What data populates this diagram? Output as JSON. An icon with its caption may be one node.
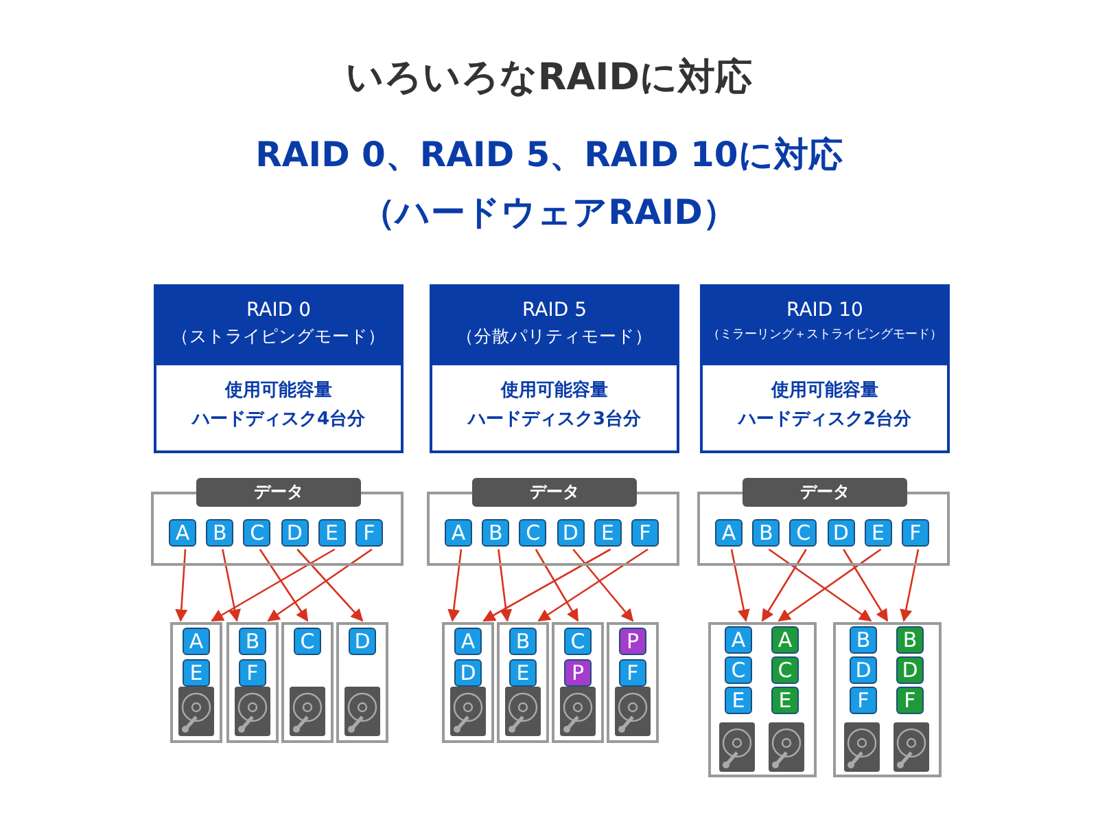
{
  "diagram": {
    "title": "いろいろなRAIDに対応",
    "labels": [
      "RAID 0、RAID 5、RAID 10に対応",
      "（ハードウェアRAID）"
    ],
    "nodes": [
      {
        "text": [
          "RAID 0",
          "（ストライピングモード）",
          "使用可能容量",
          "ハードディスク4台分"
        ]
      },
      {
        "text": [
          "データ"
        ]
      },
      {
        "text": [
          "A"
        ],
        "in": 1
      },
      {
        "text": [
          "B"
        ],
        "in": 1
      },
      {
        "text": [
          "C"
        ],
        "in": 1
      },
      {
        "text": [
          "D"
        ],
        "in": 1
      },
      {
        "text": [
          "E"
        ],
        "in": 1
      },
      {
        "text": [
          "F"
        ],
        "in": 1
      },
      {
        "text": [],
        "shape": "box"
      },
      {
        "text": [
          "A"
        ],
        "in": 8
      },
      {
        "text": [
          "E"
        ],
        "in": 8
      },
      {
        "text": [],
        "shape": "box"
      },
      {
        "text": [
          "B"
        ],
        "in": 11
      },
      {
        "text": [
          "F"
        ],
        "in": 11
      },
      {
        "text": [],
        "shape": "box"
      },
      {
        "text": [
          "C"
        ],
        "in": 14
      },
      {
        "text": [],
        "shape": "box"
      },
      {
        "text": [
          "D"
        ],
        "in": 16
      },
      {
        "text": [
          "RAID 5",
          "（分散パリティモード）",
          "使用可能容量",
          "ハードディスク3台分"
        ]
      },
      {
        "text": [
          "データ"
        ]
      },
      {
        "text": [
          "A"
        ],
        "in": 19
      },
      {
        "text": [
          "B"
        ],
        "in": 19
      },
      {
        "text": [
          "C"
        ],
        "in": 19
      },
      {
        "text": [
          "D"
        ],
        "in": 19
      },
      {
        "text": [
          "E"
        ],
        "in": 19
      },
      {
        "text": [
          "F"
        ],
        "in": 19
      },
      {
        "text": [],
        "shape": "box"
      },
      {
        "text": [
          "A"
        ],
        "in": 26
      },
      {
        "text": [
          "D"
        ],
        "in": 26
      },
      {
        "text": [],
        "shape": "box"
      },
      {
        "text": [
          "B"
        ],
        "in": 29
      },
      {
        "text": [
          "E"
        ],
        "in": 29
      },
      {
        "text": [],
        "shape": "box"
      },
      {
        "text": [
          "C"
        ],
        "in": 32
      },
      {
        "text": [
          "P"
        ],
        "in": 32
      },
      {
        "text": [],
        "shape": "box"
      },
      {
        "text": [
          "P"
        ],
        "in": 35
      },
      {
        "text": [
          "F"
        ],
        "in": 35
      },
      {
        "text": [
          "RAID 10",
          "（ミラーリング＋ストライピングモード）",
          "使用可能容量",
          "ハードディスク2台分"
        ]
      },
      {
        "text": [
          "データ"
        ]
      },
      {
        "text": [
          "A"
        ],
        "in": 39
      },
      {
        "text": [
          "B"
        ],
        "in": 39
      },
      {
        "text": [
          "C"
        ],
        "in": 39
      },
      {
        "text": [
          "D"
        ],
        "in": 39
      },
      {
        "text": [
          "E"
        ],
        "in": 39
      },
      {
        "text": [
          "F"
        ],
        "in": 39
      },
      {
        "text": [],
        "shape": "box"
      },
      {
        "text": [
          "A"
        ],
        "in": 46
      },
      {
        "text": [
          "A"
        ],
        "in": 46
      },
      {
        "text": [
          "C"
        ],
        "in": 46
      },
      {
        "text": [
          "C"
        ],
        "in": 46
      },
      {
        "text": [
          "E"
        ],
        "in": 46
      },
      {
        "text": [
          "E"
        ],
        "in": 46
      },
      {
        "text": [],
        "shape": "box"
      },
      {
        "text": [
          "B"
        ],
        "in": 53
      },
      {
        "text": [
          "B"
        ],
        "in": 53
      },
      {
        "text": [
          "D"
        ],
        "in": 53
      },
      {
        "text": [
          "D"
        ],
        "in": 53
      },
      {
        "text": [
          "F"
        ],
        "in": 53
      },
      {
        "text": [
          "F"
        ],
        "in": 53
      }
    ],
    "edges": [
      {
        "from": 2,
        "to": 8,
        "arrow": "to"
      },
      {
        "from": 3,
        "to": 11,
        "arrow": "to"
      },
      {
        "from": 4,
        "to": 14,
        "arrow": "to"
      },
      {
        "from": 5,
        "to": 16,
        "arrow": "to"
      },
      {
        "from": 6,
        "to": 8,
        "arrow": "to"
      },
      {
        "from": 7,
        "to": 11,
        "arrow": "to"
      },
      {
        "from": 20,
        "to": 26,
        "arrow": "to"
      },
      {
        "from": 21,
        "to": 29,
        "arrow": "to"
      },
      {
        "from": 22,
        "to": 32,
        "arrow": "to"
      },
      {
        "from": 23,
        "to": 35,
        "arrow": "to"
      },
      {
        "from": 24,
        "to": 26,
        "arrow": "to"
      },
      {
        "from": 25,
        "to": 29,
        "arrow": "to"
      },
      {
        "from": 40,
        "to": 46,
        "arrow": "to"
      },
      {
        "from": 42,
        "to": 46,
        "arrow": "to"
      },
      {
        "from": 44,
        "to": 46,
        "arrow": "to"
      },
      {
        "from": 41,
        "to": 53,
        "arrow": "to"
      },
      {
        "from": 43,
        "to": 53,
        "arrow": "to"
      },
      {
        "from": 45,
        "to": 53,
        "arrow": "to"
      }
    ]
  }
}
